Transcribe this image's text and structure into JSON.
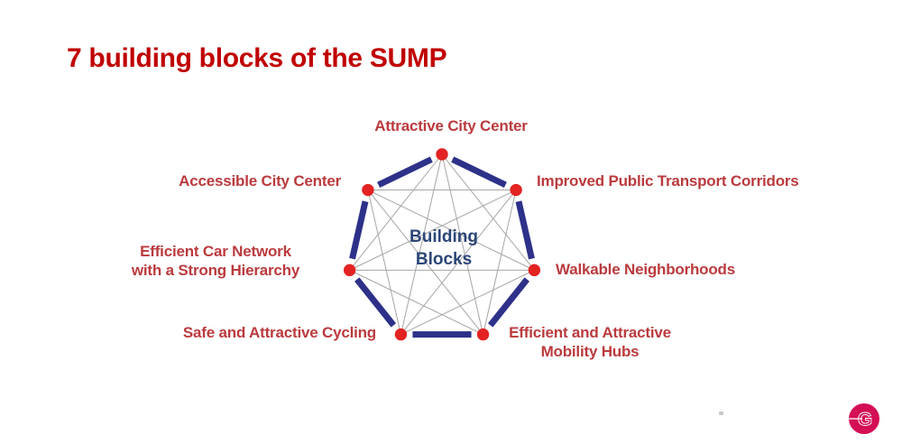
{
  "title": "7 building blocks of the SUMP",
  "diagram": {
    "center_label_lines": [
      "Building",
      "Blocks"
    ],
    "nodes": [
      {
        "id": "attractive-city-center",
        "lines": [
          "Attractive City Center"
        ]
      },
      {
        "id": "improved-public-transport-corridors",
        "lines": [
          "Improved Public Transport Corridors"
        ]
      },
      {
        "id": "walkable-neighborhoods",
        "lines": [
          "Walkable Neighborhoods"
        ]
      },
      {
        "id": "efficient-and-attractive-mobility-hubs",
        "lines": [
          "Efficient and Attractive",
          "Mobility Hubs"
        ]
      },
      {
        "id": "safe-and-attractive-cycling",
        "lines": [
          "Safe and Attractive Cycling"
        ]
      },
      {
        "id": "efficient-car-network",
        "lines": [
          "Efficient Car Network",
          "with a Strong Hierarchy"
        ]
      },
      {
        "id": "accessible-city-center",
        "lines": [
          "Accessible City Center"
        ]
      }
    ],
    "colors": {
      "title_red": "#C00000",
      "label_red": "#BB3A3D",
      "dot_red": "#E32322",
      "edge_navy": "#2D3189",
      "diagonal_gray": "#A6A6A6",
      "center_text_navy": "#2B4677",
      "logo_pink": "#D40F56"
    }
  },
  "logo": {
    "letter": "G"
  }
}
